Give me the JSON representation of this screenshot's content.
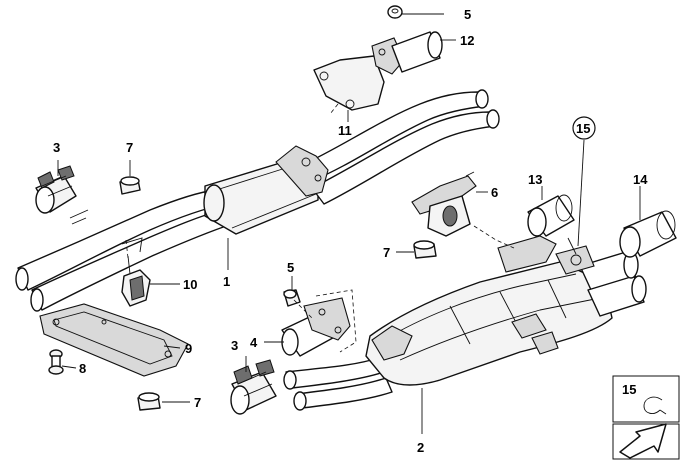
{
  "callouts": {
    "c1": "1",
    "c2": "2",
    "c3a": "3",
    "c3b": "3",
    "c4": "4",
    "c5a": "5",
    "c5b": "5",
    "c6": "6",
    "c7a": "7",
    "c7b": "7",
    "c7c": "7",
    "c8": "8",
    "c9": "9",
    "c10": "10",
    "c11": "11",
    "c12": "12",
    "c13": "13",
    "c14": "14",
    "c15": "15"
  },
  "legend": {
    "label": "15"
  }
}
